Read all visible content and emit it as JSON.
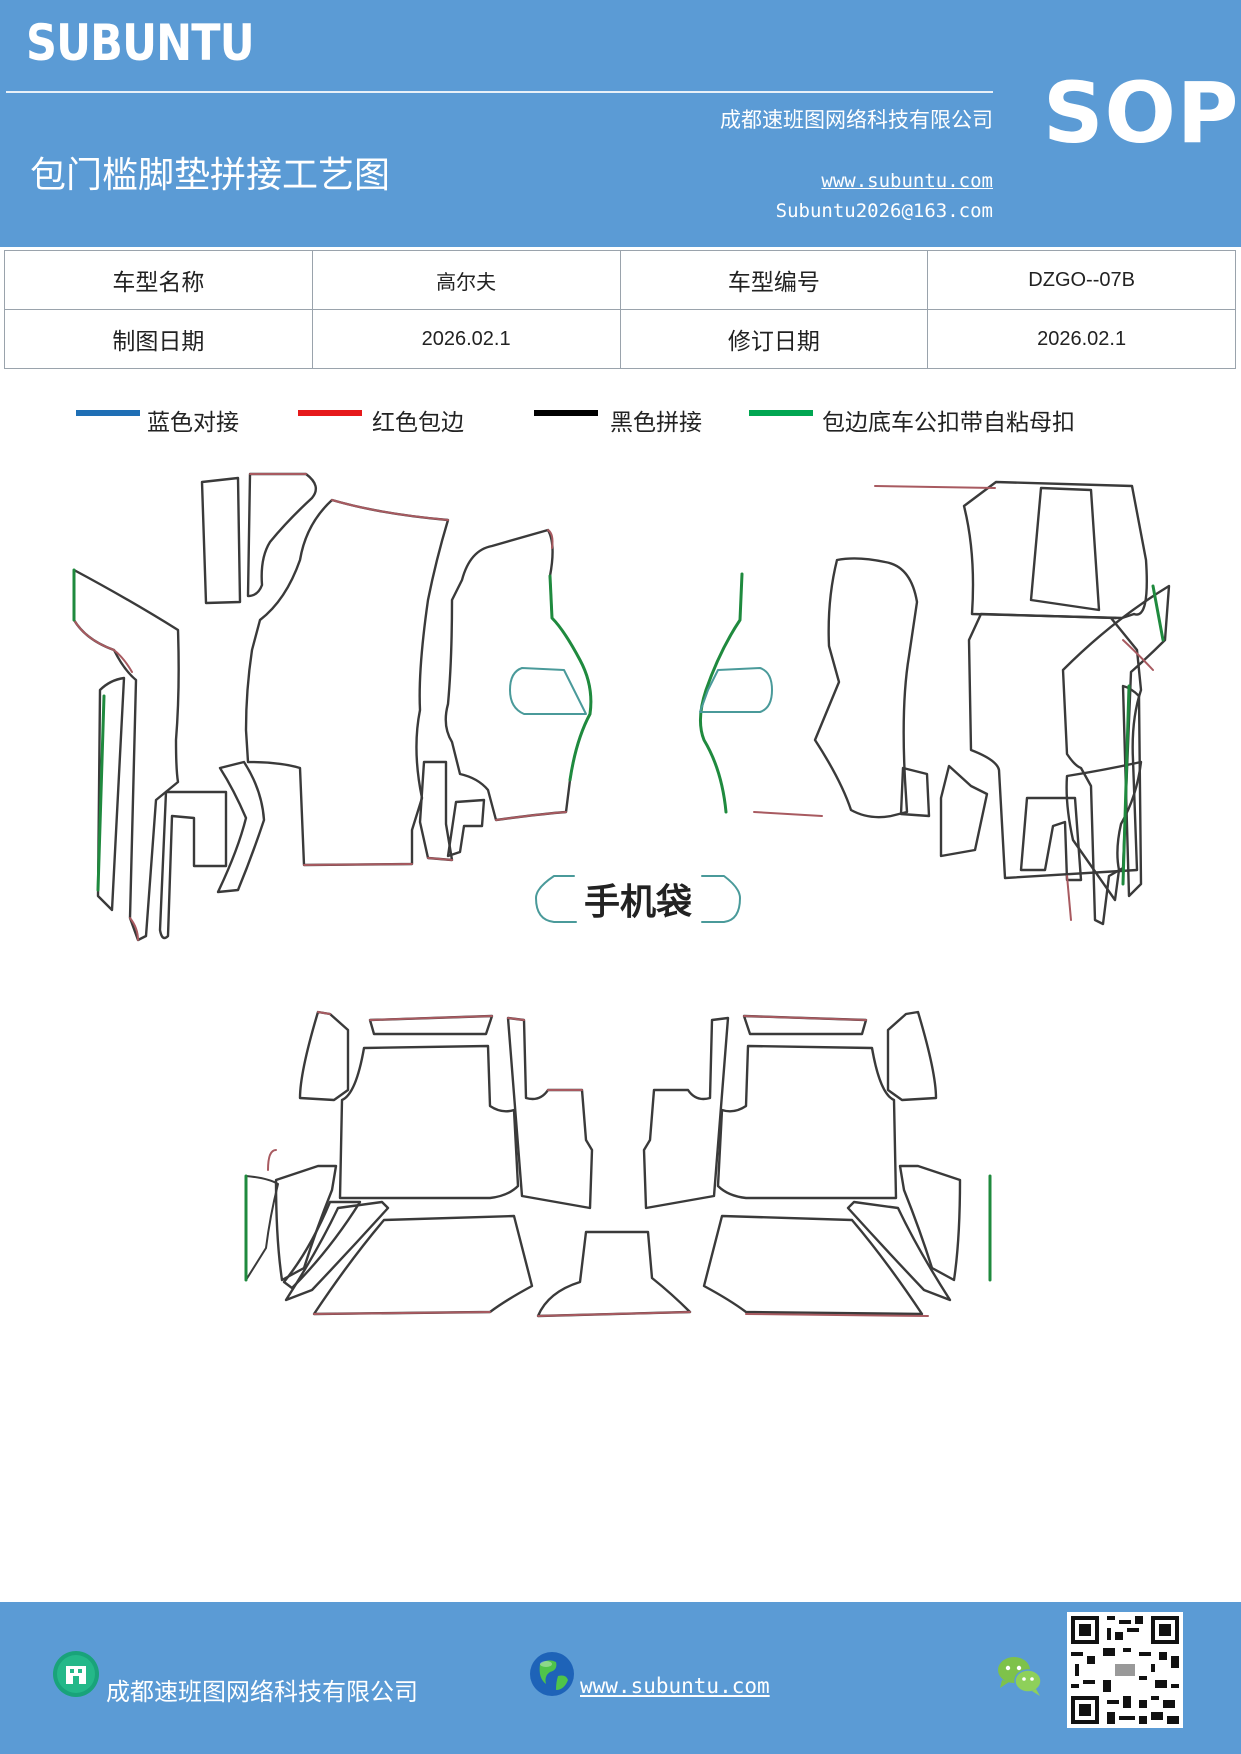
{
  "header": {
    "brand": "SUBUNTU",
    "company": "成都速班图网络科技有限公司",
    "title": "包门槛脚垫拼接工艺图",
    "website": "www.subuntu.com",
    "email": "Subuntu2026@163.com",
    "badge": "SOP"
  },
  "info_table": {
    "rows": [
      [
        {
          "text": "车型名称",
          "kind": "label"
        },
        {
          "text": "高尔夫",
          "kind": "value"
        },
        {
          "text": "车型编号",
          "kind": "label"
        },
        {
          "text": "DZGO--07B",
          "kind": "value"
        }
      ],
      [
        {
          "text": "制图日期",
          "kind": "label"
        },
        {
          "text": "2026.02.1",
          "kind": "value"
        },
        {
          "text": "修订日期",
          "kind": "label"
        },
        {
          "text": "2026.02.1",
          "kind": "value"
        }
      ]
    ]
  },
  "legend": [
    {
      "label": "蓝色对接",
      "color": "#1f6fb5"
    },
    {
      "label": "红色包边",
      "color": "#e6191b"
    },
    {
      "label": "黑色拼接",
      "color": "#000000"
    },
    {
      "label": "包边底车公扣带自粘母扣",
      "color": "#00a651"
    }
  ],
  "drawing": {
    "phone_pocket_label": "手机袋",
    "line_colors": {
      "seam": "#3a3a3a",
      "edge": "#a85a60",
      "velcro": "#1f8a3e",
      "butt": "#4a9a9a"
    }
  },
  "footer": {
    "company": "成都速班图网络科技有限公司",
    "website": "www.subuntu.com "
  }
}
